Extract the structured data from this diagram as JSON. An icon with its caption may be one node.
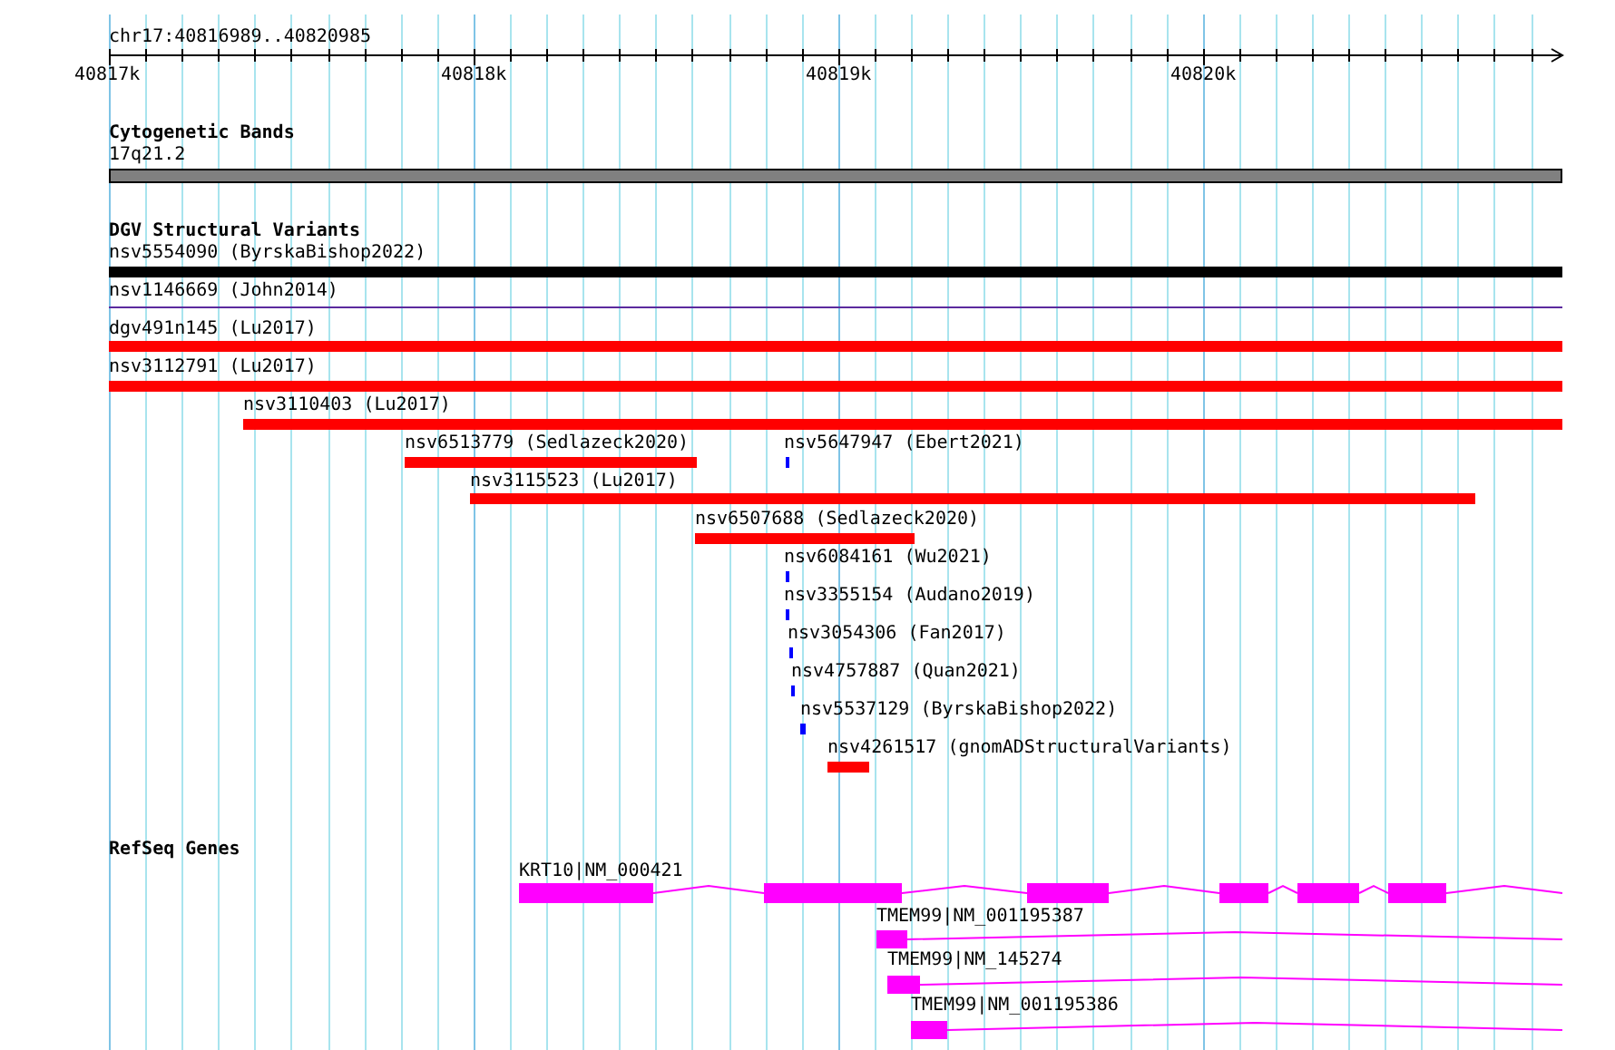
{
  "diagram": {
    "nodes": [
      {
        "text": [
          "17q21.2"
        ]
      },
      {
        "text": [
          "nsv5554090 (ByrskaBishop2022)"
        ]
      },
      {
        "text": [
          "nsv1146669 (John2014)"
        ]
      },
      {
        "text": [
          "dgv491n145 (Lu2017)"
        ]
      },
      {
        "text": [
          "nsv3112791 (Lu2017)"
        ]
      },
      {
        "text": [
          "nsv3110403 (Lu2017)"
        ]
      },
      {
        "text": [
          "nsv6513779 (Sedlazeck2020)"
        ]
      },
      {
        "text": [
          "nsv5647947 (Ebert2021)"
        ]
      },
      {
        "text": [
          "nsv3115523 (Lu2017)"
        ]
      },
      {
        "text": [
          "nsv6507688 (Sedlazeck2020)"
        ]
      },
      {
        "text": [
          "nsv6084161 (Wu2021)"
        ]
      },
      {
        "text": [
          "nsv3355154 (Audano2019)"
        ]
      },
      {
        "text": [
          "nsv3054306 (Fan2017)"
        ]
      },
      {
        "text": [
          "nsv4757887 (Quan2021)"
        ]
      },
      {
        "text": [
          "nsv5537129 (ByrskaBishop2022)"
        ]
      },
      {
        "text": [
          "nsv4261517 (gnomADStructuralVariants)"
        ]
      },
      {
        "text": [
          "KRT10|NM_000421"
        ]
      },
      {
        "text": [
          "TMEM99|NM_001195387"
        ]
      },
      {
        "text": [
          "TMEM99|NM_145274"
        ]
      },
      {
        "text": [
          "TMEM99|NM_001195386"
        ]
      }
    ],
    "labels": [
      "chr17:40816989..40820985",
      "40817k",
      "40818k",
      "40819k",
      "40820k",
      "Cytogenetic Bands",
      "DGV Structural Variants",
      "RefSeq Genes"
    ]
  }
}
